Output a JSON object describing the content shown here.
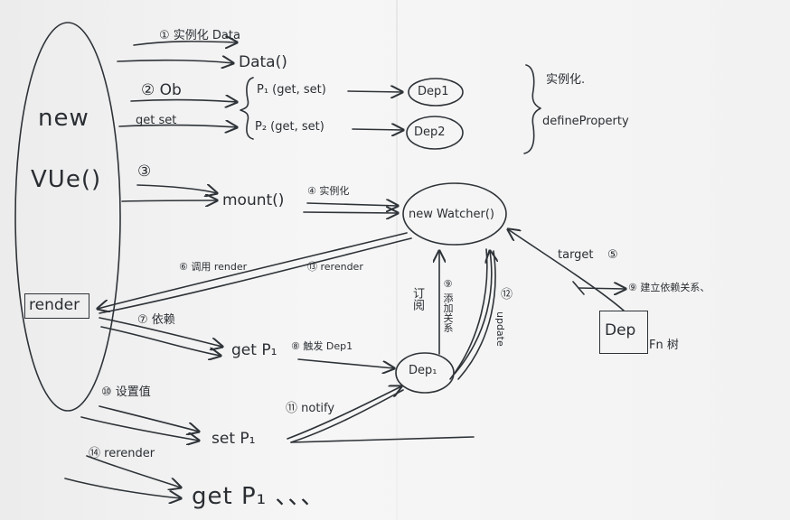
{
  "diagram": {
    "vue_lines": [
      "new",
      "VUe()"
    ],
    "render": "render",
    "step1": "① 实例化 Data",
    "data_fn": "Data()",
    "step2": "② Ob",
    "get_set": "get set",
    "p1": "P₁ (get, set)",
    "p2": "P₂ (get, set)",
    "dep1": "Dep1",
    "dep2": "Dep2",
    "brace_note1": "实例化.",
    "brace_note2": "defineProperty",
    "step3": "③",
    "mount": "mount()",
    "step4": "④ 实例化",
    "watcher": "new Watcher()",
    "target": "target",
    "step5": "⑤",
    "step6": "⑥ 调用 render",
    "step13": "⑬ rerender",
    "step7": "⑦ 依赖",
    "get_p1": "get P₁",
    "step8": "⑧ 触发 Dep1",
    "subscribe": "订阅",
    "step9_watch": "⑨ 添加关系",
    "step12": "⑫",
    "update": "update",
    "dep_p1": "Dep₁",
    "step9_dep": "⑨ 建立依赖关系、",
    "dep_box": "Dep",
    "fn": "Fn 树",
    "step10": "⑩ 设置值",
    "set_p1": "set P₁",
    "step11": "⑪ notify",
    "step14": "⑭ rerender",
    "get_p1_end": "get P₁ 、、、"
  }
}
